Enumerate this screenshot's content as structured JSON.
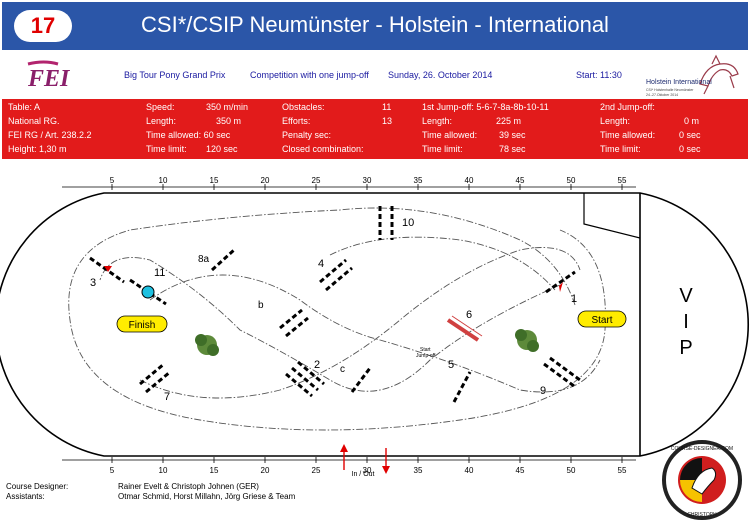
{
  "header": {
    "number": "17",
    "title": "CSI*/CSIP Neumünster - Holstein - International"
  },
  "info": {
    "logo_text": "FEI",
    "competition": "Big Tour Pony Grand Prix",
    "type": "Competition with one jump-off",
    "date": "Sunday, 26. October 2014",
    "start": "Start: 11:30",
    "holstein_logo": "Holstein International",
    "holstein_sub": "CSI* Holstenhalle Neumünster",
    "holstein_date": "24.-27.Oktober 2014"
  },
  "table": {
    "col1": [
      "Table: A",
      "National RG.",
      "FEI RG / Art. 238.2.2",
      "Height: 1,30 m"
    ],
    "col2_labels": [
      "Speed:",
      "Length:",
      "Time allowed: 60 sec",
      "Time limit:"
    ],
    "col2_values": [
      "350 m/min",
      "350 m",
      "",
      "120 sec"
    ],
    "col3_labels": [
      "Obstacles:",
      "Efforts:",
      "Penalty sec:",
      "Closed combination:"
    ],
    "col3_values": [
      "11",
      "13",
      "",
      ""
    ],
    "col4_labels": [
      "1st Jump-off: 5-6-7-8a-8b-10-11",
      "Length:",
      "Time allowed:",
      "Time limit:"
    ],
    "col4_values": [
      "",
      "225 m",
      "39 sec",
      "78 sec"
    ],
    "col5_labels": [
      "2nd Jump-off:",
      "Length:",
      "Time allowed:",
      "Time limit:"
    ],
    "col5_values": [
      "",
      "0 m",
      "0 sec",
      "0 sec"
    ]
  },
  "course": {
    "ruler_top": [
      "5",
      "10",
      "15",
      "20",
      "25",
      "30",
      "35",
      "40",
      "45",
      "50",
      "55"
    ],
    "ruler_bottom": [
      "5",
      "10",
      "15",
      "20",
      "25",
      "30",
      "35",
      "40",
      "45",
      "50",
      "55"
    ],
    "vip": [
      "V",
      "I",
      "P"
    ],
    "finish": "Finish",
    "start": "Start",
    "in_out": "In / Out",
    "start_jumpoff": [
      "Start",
      "Jump-off"
    ],
    "obstacles": [
      {
        "n": "1"
      },
      {
        "n": "2"
      },
      {
        "n": "3"
      },
      {
        "n": "4"
      },
      {
        "n": "5"
      },
      {
        "n": "6"
      },
      {
        "n": "7"
      },
      {
        "n": "8a"
      },
      {
        "n": "b"
      },
      {
        "n": "c"
      },
      {
        "n": "9"
      },
      {
        "n": "10"
      },
      {
        "n": "11"
      }
    ]
  },
  "footer": {
    "designer_label": "Course Designer:",
    "designer": "Rainer Evelt & Christoph Johnen (GER)",
    "assistants_label": "Assistants:",
    "assistants": "Otmar Schmid, Horst Millahn, Jörg Griese & Team",
    "logo_text": "COURSE-DESIGNER.COM",
    "logo_sub": "CHRISTOPH"
  },
  "colors": {
    "header_bg": "#2b56a8",
    "table_bg": "#e21b1b",
    "number": "#e00000",
    "start_bg": "#ffec00"
  }
}
